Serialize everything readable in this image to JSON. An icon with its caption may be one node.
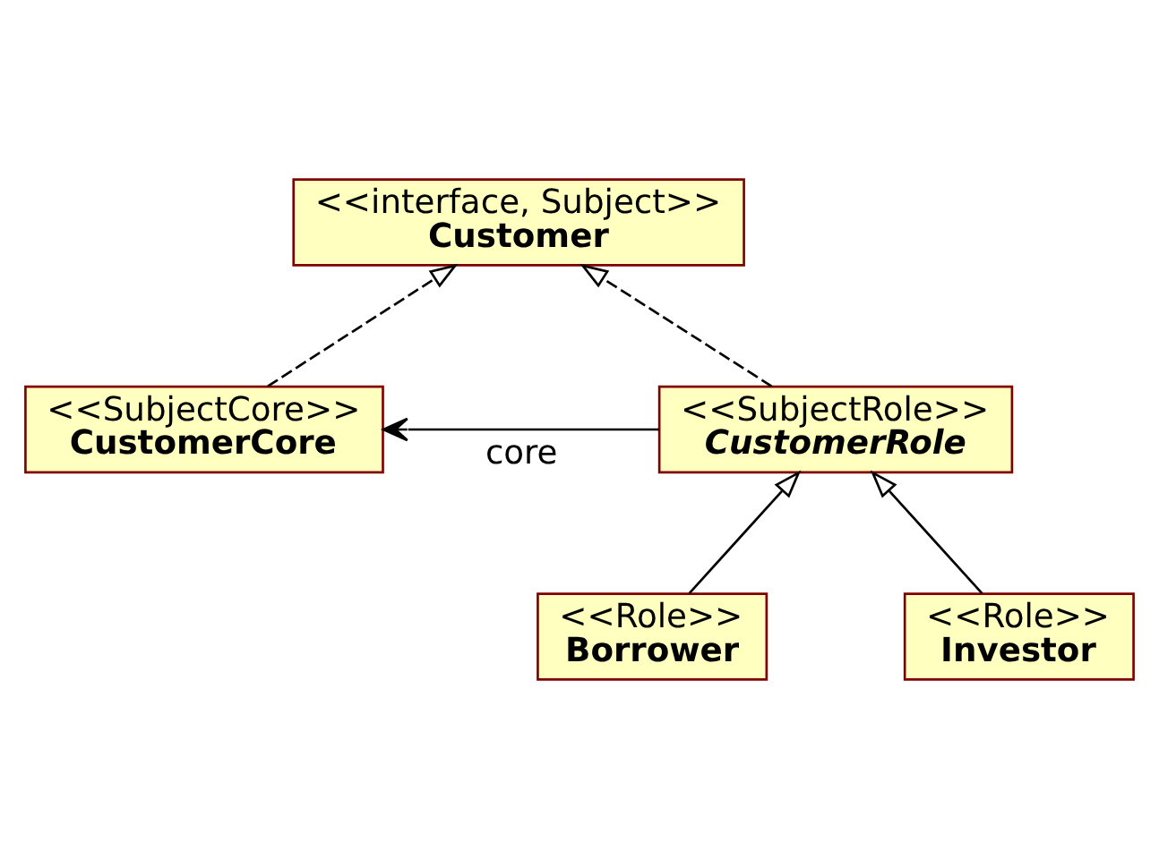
{
  "diagram": {
    "nodes": [
      {
        "text": [
          "<<interface, Subject>>",
          "Customer"
        ]
      },
      {
        "text": [
          "<<SubjectCore>>",
          "CustomerCore"
        ]
      },
      {
        "text": [
          "<<SubjectRole>>",
          "CustomerRole"
        ]
      },
      {
        "text": [
          "<<Role>>",
          "Borrower"
        ]
      },
      {
        "text": [
          "<<Role>>",
          "Investor"
        ]
      }
    ],
    "edges": [
      {
        "from": 1,
        "to": 0,
        "arrow": "to",
        "style": "dashed"
      },
      {
        "from": 2,
        "to": 0,
        "arrow": "to",
        "style": "dashed"
      },
      {
        "from": 2,
        "to": 1,
        "arrow": "to",
        "label": "core"
      },
      {
        "from": 3,
        "to": 2,
        "arrow": "to"
      },
      {
        "from": 4,
        "to": 2,
        "arrow": "to"
      }
    ]
  }
}
